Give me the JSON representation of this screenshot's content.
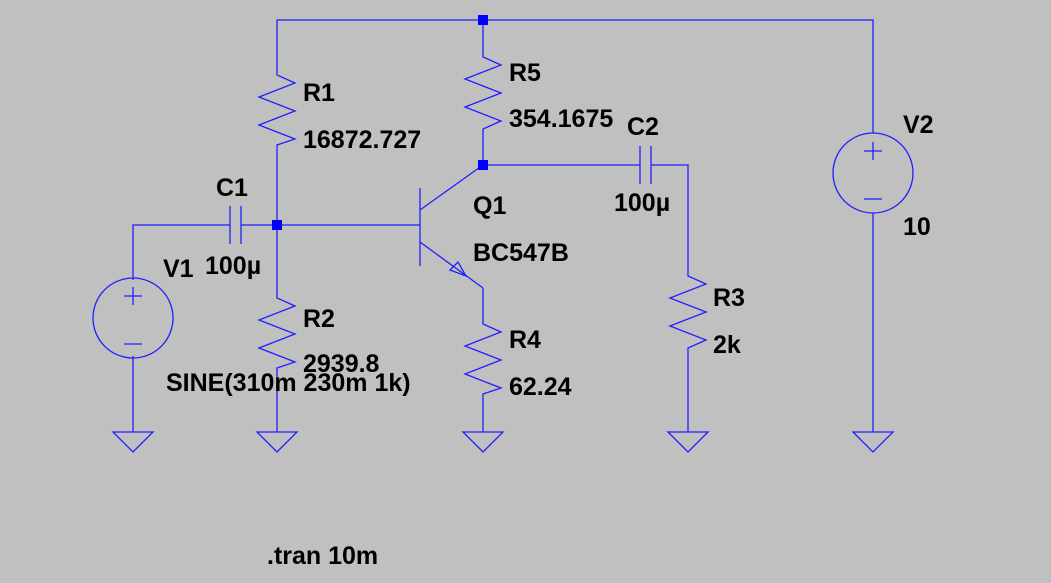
{
  "components": {
    "R1": {
      "name": "R1",
      "value": "16872.727"
    },
    "R2": {
      "name": "R2",
      "value": "2939.8"
    },
    "R3": {
      "name": "R3",
      "value": "2k"
    },
    "R4": {
      "name": "R4",
      "value": "62.24"
    },
    "R5": {
      "name": "R5",
      "value": "354.1675"
    },
    "C1": {
      "name": "C1",
      "value": "100µ"
    },
    "C2": {
      "name": "C2",
      "value": "100µ"
    },
    "Q1": {
      "name": "Q1",
      "model": "BC547B"
    },
    "V1": {
      "name": "V1",
      "value": "SINE(310m 230m 1k)"
    },
    "V2": {
      "name": "V2",
      "value": "10"
    }
  },
  "directive": ".tran 10m",
  "colors": {
    "background": "#c0c0c0",
    "wire": "#1f1fff",
    "junction": "#0000ff",
    "text": "#000000"
  }
}
